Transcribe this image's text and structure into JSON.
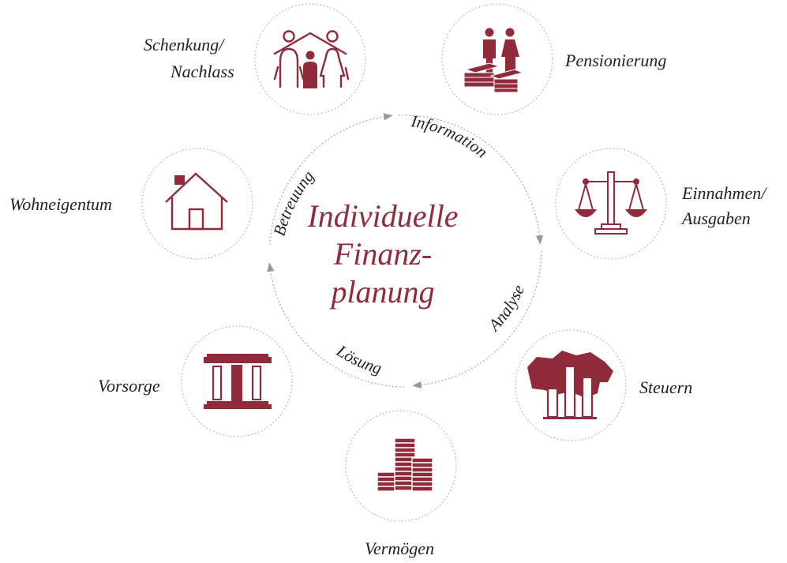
{
  "title_lines": [
    "Individuelle",
    "Finanz-",
    "planung"
  ],
  "cycle": {
    "information": "Information",
    "analyse": "Analyse",
    "loesung": "Lösung",
    "betreuung": "Betreuung"
  },
  "topics": {
    "schenkung_line1": "Schenkung/",
    "schenkung_line2": "Nachlass",
    "pensionierung": "Pensionierung",
    "einnahmen_line1": "Einnahmen/",
    "einnahmen_line2": "Ausgaben",
    "steuern": "Steuern",
    "vermoegen": "Vermögen",
    "vorsorge": "Vorsorge",
    "wohneigentum": "Wohneigentum"
  },
  "icons": {
    "schenkung": "family-house-icon",
    "pensionierung": "couple-money-icon",
    "einnahmen": "balance-scale-icon",
    "steuern": "swiss-map-chart-icon",
    "vermoegen": "coin-stacks-icon",
    "vorsorge": "bank-building-icon",
    "wohneigentum": "house-icon"
  },
  "colors": {
    "accent": "#8f2b3a",
    "text": "#222222",
    "circle": "#aaaaaa",
    "arrow": "#999999"
  }
}
